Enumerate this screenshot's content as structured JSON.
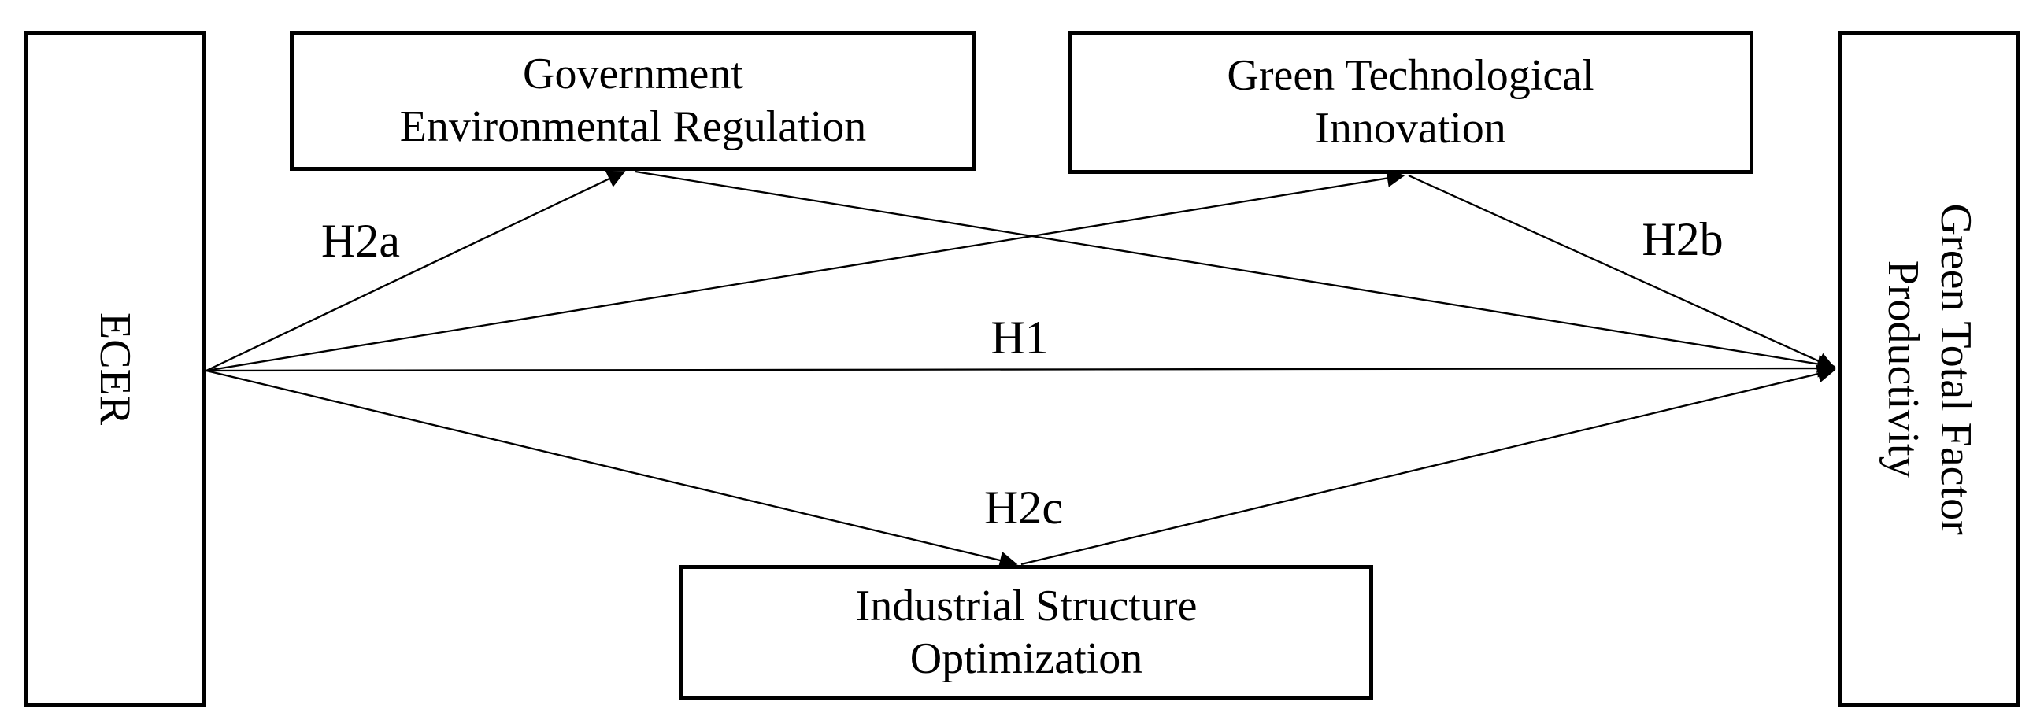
{
  "diagram": {
    "background_color": "#ffffff",
    "line_color": "#000000",
    "text_color": "#000000",
    "nodes": {
      "ecer": {
        "lines": [
          "ECER"
        ],
        "orientation": "vertical"
      },
      "ger": {
        "lines": [
          "Government",
          "Environmental Regulation"
        ],
        "orientation": "horizontal"
      },
      "gti": {
        "lines": [
          "Green Technological",
          "Innovation"
        ],
        "orientation": "horizontal"
      },
      "iso": {
        "lines": [
          "Industrial Structure",
          "Optimization"
        ],
        "orientation": "horizontal"
      },
      "gtfp": {
        "lines": [
          "Green Total Factor",
          "Productivity"
        ],
        "orientation": "vertical"
      }
    },
    "labels": {
      "h1": "H1",
      "h2a": "H2a",
      "h2b": "H2b",
      "h2c": "H2c"
    },
    "edges": [
      {
        "from": "ecer",
        "to": "ger",
        "label": "H2a"
      },
      {
        "from": "ecer",
        "to": "gti",
        "label": ""
      },
      {
        "from": "ecer",
        "to": "gtfp",
        "label": "H1"
      },
      {
        "from": "ecer",
        "to": "iso",
        "label": "H2c"
      },
      {
        "from": "ger",
        "to": "gtfp",
        "label": ""
      },
      {
        "from": "gti",
        "to": "gtfp",
        "label": "H2b"
      },
      {
        "from": "iso",
        "to": "gtfp",
        "label": ""
      }
    ]
  }
}
